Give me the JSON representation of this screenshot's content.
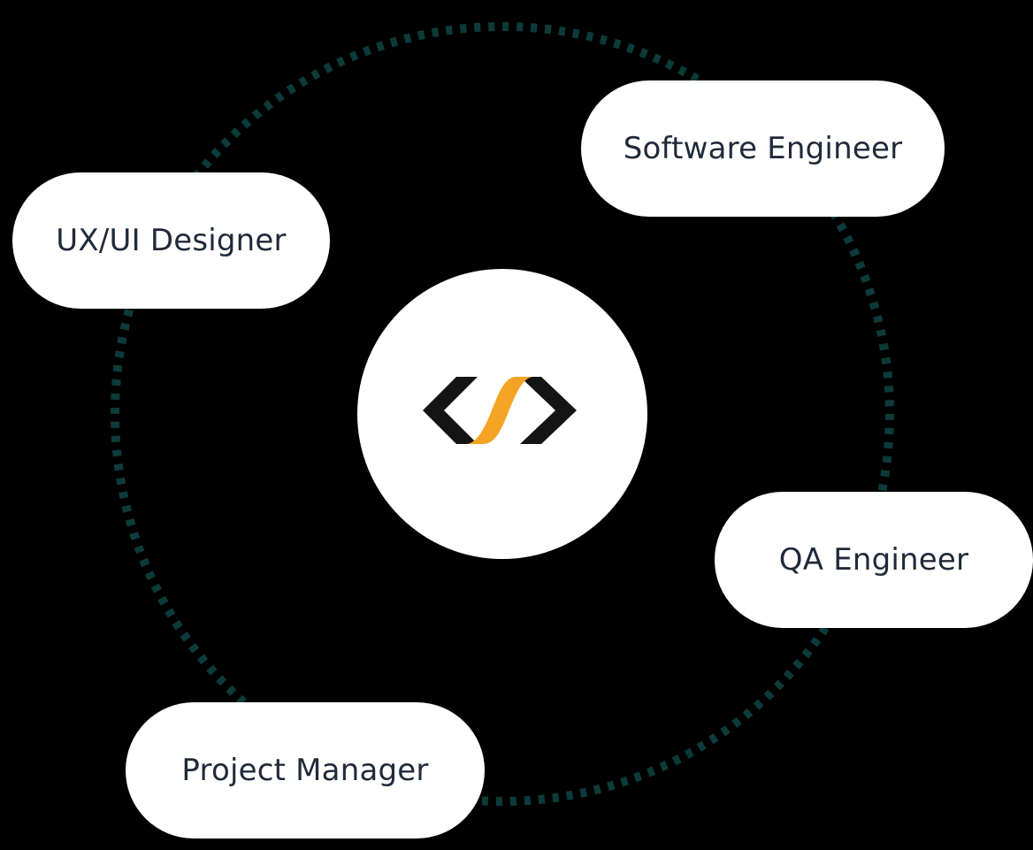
{
  "roles": [
    {
      "id": "software",
      "label": "Software Engineer"
    },
    {
      "id": "ux",
      "label": "UX/UI Designer"
    },
    {
      "id": "qa",
      "label": "QA Engineer"
    },
    {
      "id": "pm",
      "label": "Project Manager"
    }
  ],
  "colors": {
    "background": "#000000",
    "orbit": "#0d3a3a",
    "pill": "#ffffff",
    "text": "#1f2a3a",
    "logo_dark": "#141414",
    "logo_accent": "#f4a424"
  },
  "icons": {
    "hub": "code-brackets-logo-icon"
  }
}
